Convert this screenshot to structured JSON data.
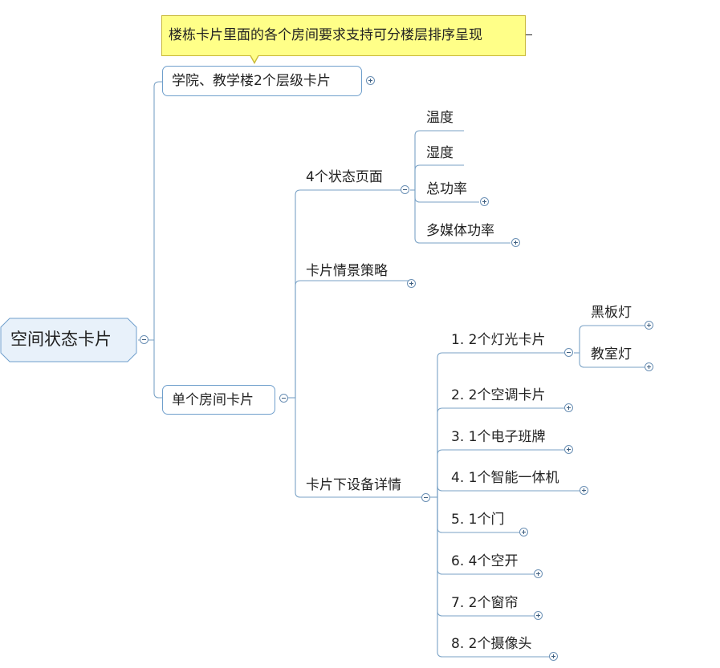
{
  "callout": {
    "text": "楼栋卡片里面的各个房间要求支持可分楼层排序呈现"
  },
  "root": {
    "label": "空间状态卡片"
  },
  "branch1": {
    "label": "学院、教学楼2个层级卡片"
  },
  "branch2": {
    "label": "单个房间卡片",
    "status": {
      "label": "4个状态页面",
      "items": [
        "温度",
        "湿度",
        "总功率",
        "多媒体功率"
      ]
    },
    "strategy": {
      "label": "卡片情景策略"
    },
    "devices": {
      "label": "卡片下设备详情",
      "items": [
        "1. 2个灯光卡片",
        "2. 2个空调卡片",
        "3. 1个电子班牌",
        "4. 1个智能一体机",
        "5. 1个门",
        "6. 4个空开",
        "7. 2个窗帘",
        "8. 2个摄像头"
      ],
      "lights": [
        "黑板灯",
        "教室灯"
      ]
    }
  }
}
